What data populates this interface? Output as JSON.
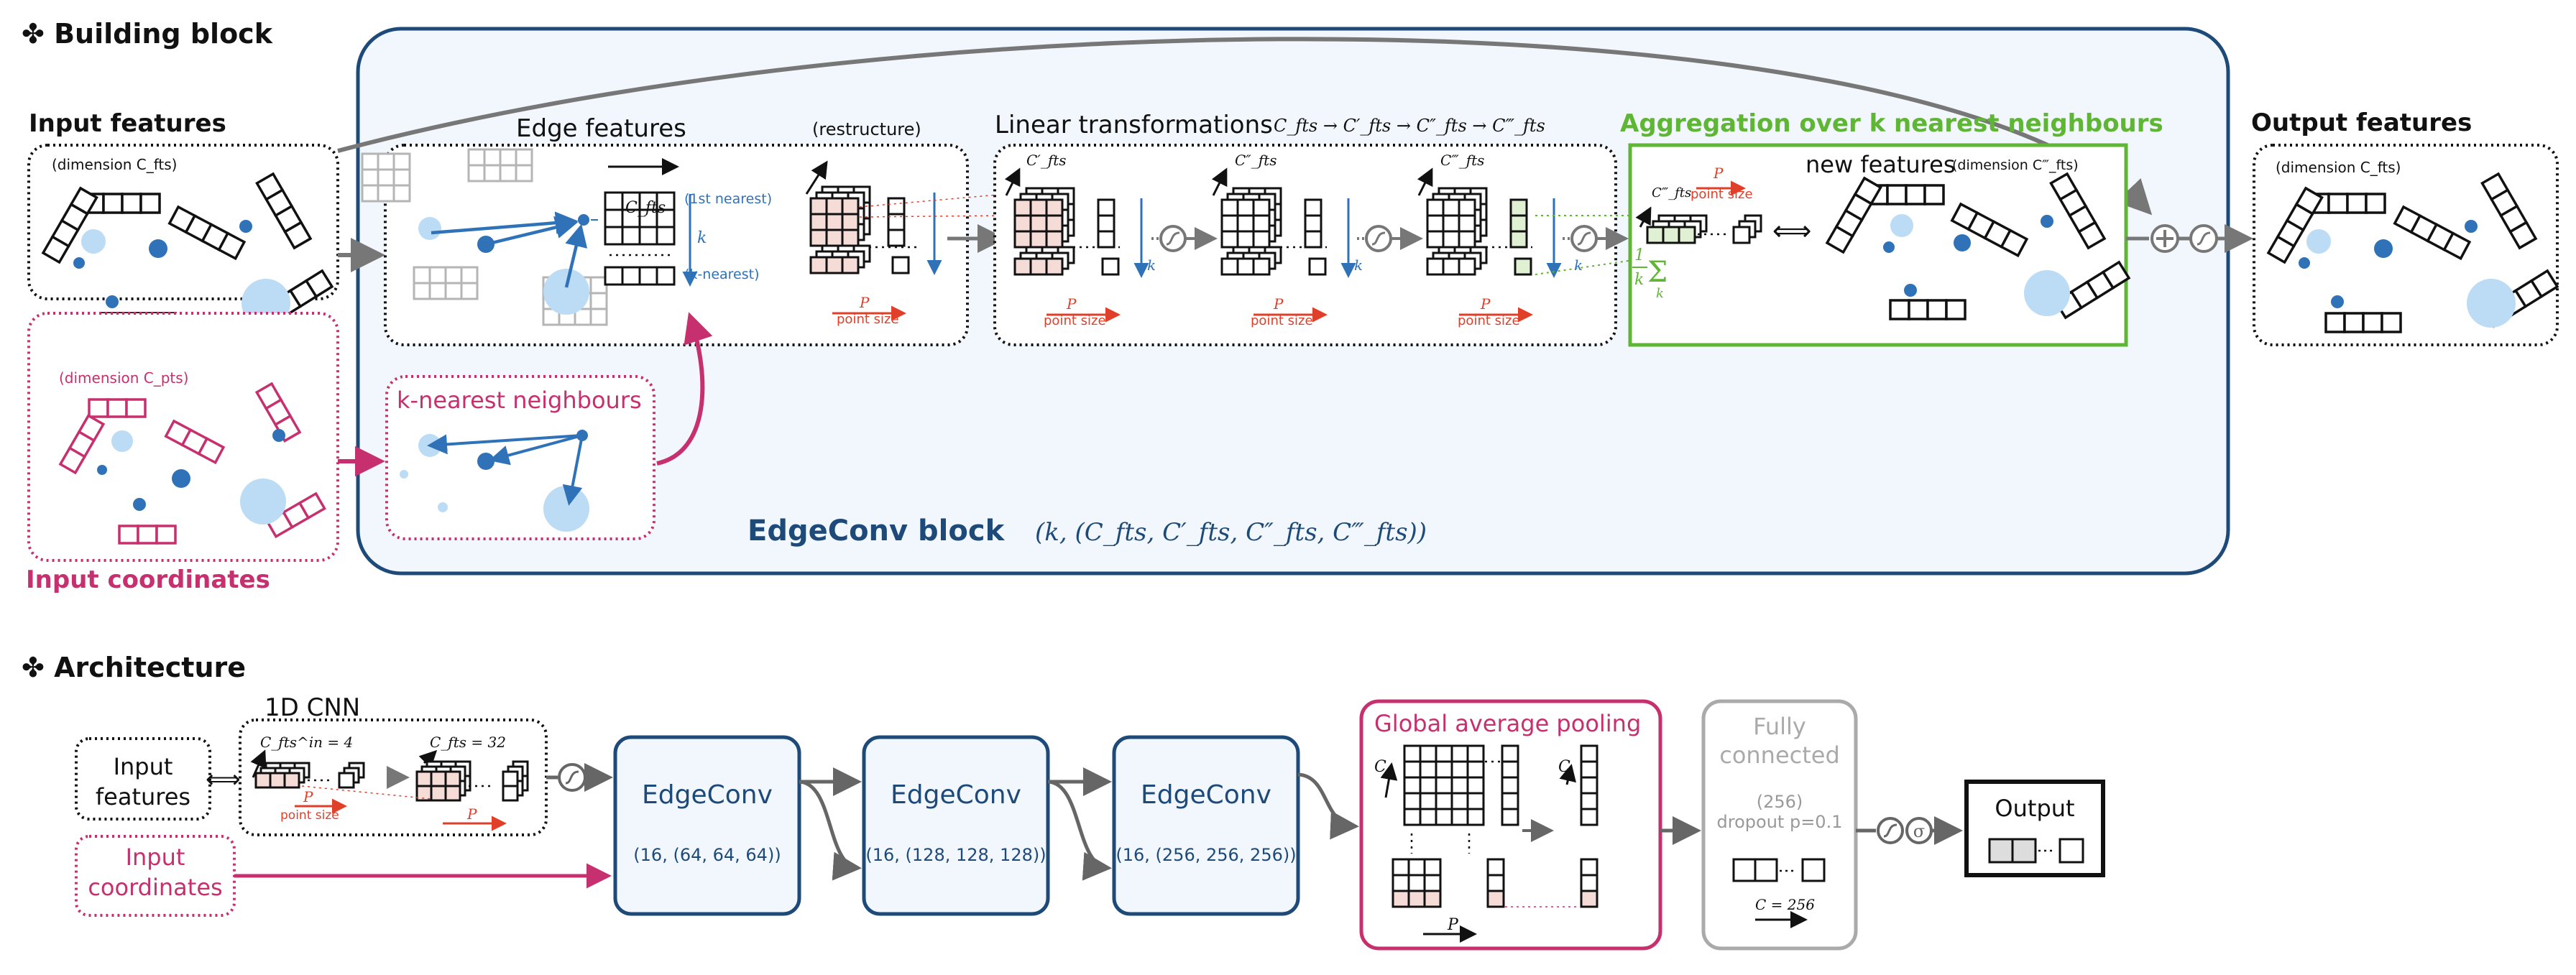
{
  "colors": {
    "navy": "#1e4a7a",
    "blue": "#2f72b8",
    "lightblue": "#bcdcf5",
    "magenta": "#c7306f",
    "green": "#5fb534",
    "red": "#e0402a",
    "grey": "#777777",
    "lightgrey": "#b5b5b5",
    "panel": "#f1f7fc"
  },
  "building_block": {
    "heading": "✤ Building block",
    "input_features": {
      "title": "Input features",
      "dim": "(dimension C_fts)"
    },
    "input_coordinates": {
      "title": "Input coordinates",
      "dim": "(dimension C_pts)"
    },
    "edge_features": {
      "title": "Edge features",
      "cfts": "C_fts",
      "first_nearest": "(1st nearest)",
      "k": "k",
      "k_nearest": "(k-nearest)",
      "restructure": "(restructure)",
      "p": "P",
      "point_size": "point size"
    },
    "knn": {
      "title": "k-nearest neighbours"
    },
    "linear": {
      "title": "Linear transformations",
      "formula": "C_fts → C′_fts → C″_fts → C‴_fts",
      "c1": "C′_fts",
      "c2": "C″_fts",
      "c3": "C‴_fts",
      "k": "k",
      "p": "P",
      "point_size": "point size"
    },
    "aggregation": {
      "title": "Aggregation over k nearest neighbours",
      "new_features": "new features",
      "dim": "(dimension C‴_fts)",
      "c": "C‴_fts",
      "p": "P",
      "point_size": "point size",
      "frac_num": "1",
      "frac_den": "k",
      "sum": "Σ",
      "sum_index": "k"
    },
    "output_features": {
      "title": "Output features",
      "dim": "(dimension C_fts)"
    },
    "edgeconv_label": "EdgeConv block",
    "edgeconv_formula": "(k, (C_fts, C′_fts, C″_fts, C‴_fts))"
  },
  "architecture": {
    "heading": "✤ Architecture",
    "input_features": [
      "Input",
      "features"
    ],
    "input_coordinates": [
      "Input",
      "coordinates"
    ],
    "cnn": {
      "title": "1D CNN",
      "c_in": "C_fts^in = 4",
      "c_out": "C_fts = 32",
      "p": "P",
      "point_size": "point size"
    },
    "edgeconv_blocks": [
      {
        "title": "EdgeConv",
        "params": "(16, (64, 64, 64))"
      },
      {
        "title": "EdgeConv",
        "params": "(16, (128, 128, 128))"
      },
      {
        "title": "EdgeConv",
        "params": "(16, (256, 256, 256))"
      }
    ],
    "gap": {
      "title": "Global average pooling",
      "c": "C",
      "p": "P"
    },
    "fc": {
      "title": [
        "Fully",
        "connected"
      ],
      "size": "(256)",
      "dropout": "dropout p=0.1",
      "c": "C = 256"
    },
    "output": {
      "title": "Output"
    }
  }
}
